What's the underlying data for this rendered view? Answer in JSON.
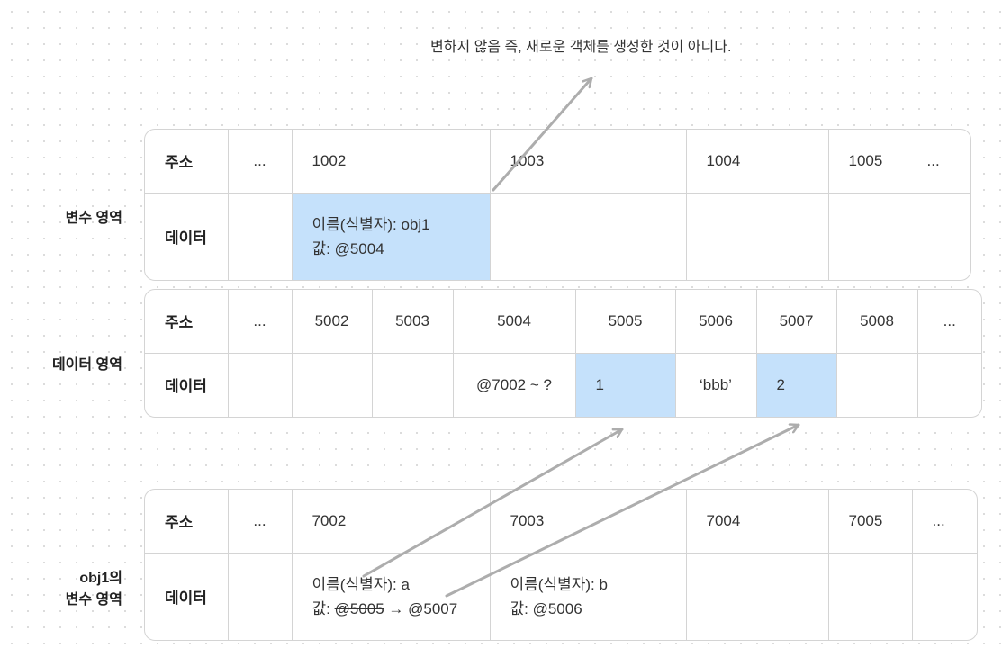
{
  "caption": "변하지 않음 즉, 새로운 객체를 생성한 것이 아니다.",
  "labels": {
    "variable_area": "변수 영역",
    "data_area": "데이터 영역",
    "obj1_line1": "obj1의",
    "obj1_line2": "변수 영역"
  },
  "variable_table": {
    "address_header": "주소",
    "data_header": "데이터",
    "addresses": [
      "...",
      "1002",
      "1003",
      "1004",
      "1005",
      "..."
    ],
    "cell_1002_line1": "이름(식별자): obj1",
    "cell_1002_line2": "값: @5004"
  },
  "data_table": {
    "address_header": "주소",
    "data_header": "데이터",
    "addresses": [
      "...",
      "5002",
      "5003",
      "5004",
      "5005",
      "5006",
      "5007",
      "5008",
      "..."
    ],
    "values": [
      "",
      "",
      "",
      "@7002 ~ ?",
      "1",
      "‘bbb’",
      "2",
      "",
      ""
    ]
  },
  "obj1_table": {
    "address_header": "주소",
    "data_header": "데이터",
    "addresses": [
      "...",
      "7002",
      "7003",
      "7004",
      "7005",
      "..."
    ],
    "cell_7002_line1": "이름(식별자): a",
    "cell_7002_value_prefix": "값: ",
    "cell_7002_old_value": "@5005",
    "cell_7002_new_value": " → @5007",
    "cell_7003_line1": "이름(식별자): b",
    "cell_7003_line2": "값: @5006"
  },
  "colors": {
    "highlight": "#c5e1fb",
    "arrow": "#adadad",
    "border": "#d4d4d4"
  }
}
